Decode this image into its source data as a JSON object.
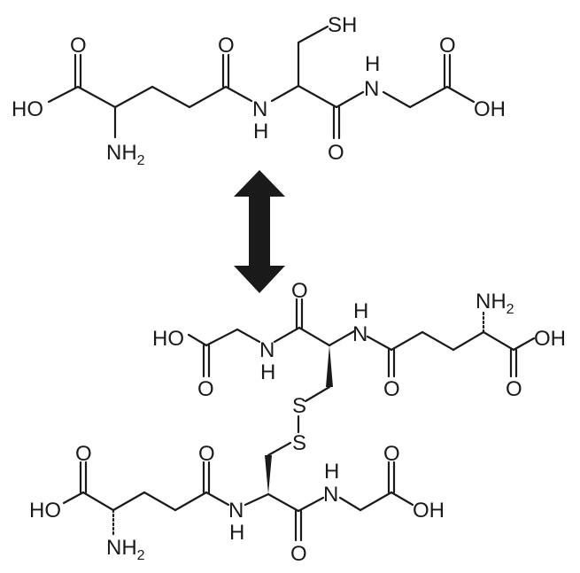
{
  "figure": {
    "description": "Reduced glutathione (GSH) and oxidized glutathione (GSSG) interconversion",
    "reduced": {
      "labels": {
        "ho": "HO",
        "o1": "O",
        "nh2": "NH",
        "nh2_sub": "2",
        "o2": "O",
        "n1": "N",
        "h1": "H",
        "sh": "SH",
        "o3": "O",
        "n2": "N",
        "h2": "H",
        "o4": "O",
        "oh": "OH"
      }
    },
    "arrow": {
      "type": "double-headed-vertical",
      "color": "#1a1a1a"
    },
    "oxidized_top": {
      "labels": {
        "ho": "HO",
        "o1": "O",
        "n1": "N",
        "h1": "H",
        "o2": "O",
        "s1": "S",
        "h2": "H",
        "n2": "N",
        "o3": "O",
        "nh2": "NH",
        "nh2_sub": "2",
        "oh": "OH",
        "o4": "O"
      }
    },
    "oxidized_bottom": {
      "labels": {
        "s2": "S",
        "o1": "O",
        "ho": "HO",
        "nh2": "NH",
        "nh2_sub": "2",
        "o2": "O",
        "n1": "N",
        "h1": "H",
        "h2": "H",
        "n2": "N",
        "o3": "O",
        "o4": "O",
        "oh": "OH"
      }
    }
  }
}
